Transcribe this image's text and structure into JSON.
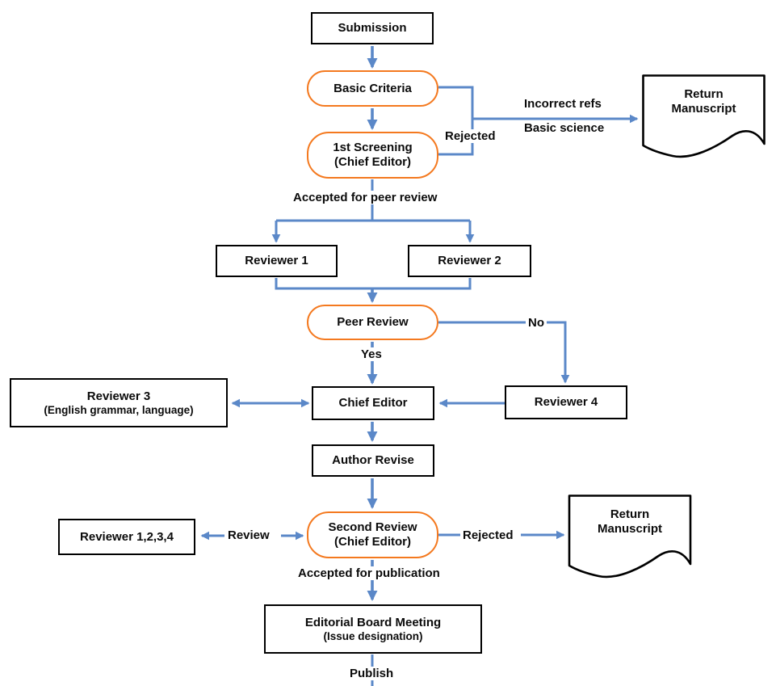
{
  "colors": {
    "arrow_blue": "#5b88c8",
    "stadium_orange": "#f4791f",
    "box_border": "#000000",
    "background": "#ffffff",
    "text": "#0b0b0b"
  },
  "nodes": {
    "submission": {
      "label": "Submission"
    },
    "basic_criteria": {
      "label": "Basic Criteria"
    },
    "first_screening": {
      "label": "1st Screening",
      "sublabel": "(Chief Editor)"
    },
    "return_manuscript_top": {
      "label": "Return Manuscript"
    },
    "reviewer1": {
      "label": "Reviewer 1"
    },
    "reviewer2": {
      "label": "Reviewer 2"
    },
    "peer_review": {
      "label": "Peer Review"
    },
    "reviewer3": {
      "label": "Reviewer 3",
      "sublabel": "(English grammar, language)"
    },
    "chief_editor": {
      "label": "Chief Editor"
    },
    "reviewer4": {
      "label": "Reviewer 4"
    },
    "author_revise": {
      "label": "Author Revise"
    },
    "second_review": {
      "label": "Second Review",
      "sublabel": "(Chief Editor)"
    },
    "reviewer_1234": {
      "label": "Reviewer 1,2,3,4"
    },
    "return_manuscript_bottom": {
      "label": "Return Manuscript"
    },
    "editorial_board": {
      "label": "Editorial Board Meeting",
      "sublabel": "(Issue designation)"
    }
  },
  "edge_labels": {
    "rejected_top": "Rejected",
    "incorrect_refs": "Incorrect refs",
    "basic_science": "Basic science",
    "accepted_peer_review": "Accepted for peer review",
    "yes": "Yes",
    "no": "No",
    "review": "Review",
    "rejected_bottom": "Rejected",
    "accepted_publication": "Accepted for publication",
    "publish": "Publish"
  }
}
